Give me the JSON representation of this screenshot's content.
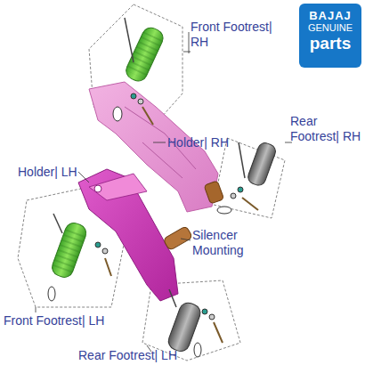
{
  "diagram": {
    "nodes": [
      {
        "text": [
          "BAJAJ",
          "GENUINE",
          "parts"
        ]
      }
    ],
    "labels": [
      "Front Footrest| RH",
      "Rear Footrest| RH",
      "Holder| RH",
      "Holder| LH",
      "Silencer Mounting",
      "Front Footrest| LH",
      "Rear Footrest| LH"
    ]
  }
}
